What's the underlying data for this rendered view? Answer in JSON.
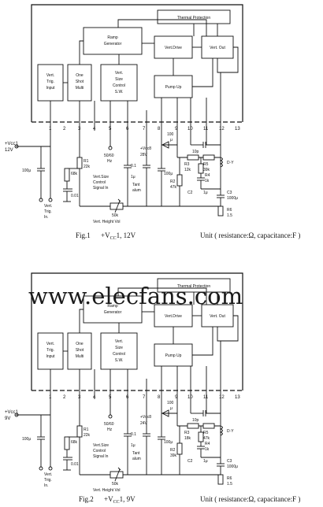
{
  "blocks": {
    "thermal": "Thermal Protection",
    "ramp": [
      "Ramp",
      "Generator"
    ],
    "vert_drive": "Vert.Drive",
    "vert_out": "Vert. Out",
    "pump_up": "Pump Up",
    "vert_trig_input": [
      "Vert.",
      "Trig.",
      "Input"
    ],
    "one_shot": [
      "One",
      "Shot",
      "Multi"
    ],
    "size_control": [
      "Vert.",
      "Size",
      "Control",
      "S.W."
    ]
  },
  "pins": [
    "1",
    "2",
    "3",
    "4",
    "5",
    "6",
    "7",
    "8",
    "9",
    "10",
    "11",
    "12",
    "13"
  ],
  "fig1": {
    "vcc": [
      "+Vcc1",
      "12V"
    ],
    "vcc8": [
      "+Vcc8",
      "28V"
    ],
    "caption_fig": "Fig.1",
    "caption_vcc": "+V",
    "caption_vcc_sub": "CC",
    "caption_vcc_val": "1, 12V",
    "unit": "Unit ( resistance:Ω, capacitance:F )",
    "r3": [
      "R3",
      "12k"
    ],
    "r5": [
      "R5",
      "39k"
    ],
    "r2": [
      "R2",
      "47k"
    ]
  },
  "fig2": {
    "vcc": [
      "+Vcc1",
      "9V"
    ],
    "vcc8": [
      "+Vcc8",
      "24V"
    ],
    "caption_fig": "Fig.2",
    "caption_vcc": "+V",
    "caption_vcc_sub": "CC",
    "caption_vcc_val": "1, 9V",
    "unit": "Unit ( resistance:Ω, capacitance:F )",
    "r3": [
      "R3",
      "18k"
    ],
    "r5": [
      "R5",
      "47k"
    ],
    "r2": [
      "R2",
      "39k"
    ]
  },
  "common": {
    "c100u": "100μ",
    "vert_trig_in": [
      "Vert.",
      "Trig.",
      "In."
    ],
    "r1": [
      "R1",
      "22k"
    ],
    "r68k": "68k",
    "c001": "0.01",
    "hz": [
      "50/60",
      "Hz"
    ],
    "size_signal": [
      "Vert.Size",
      "Control",
      "Signal In"
    ],
    "c01": "0.1",
    "c1u": "1μ",
    "tant": [
      "Tant",
      "alum"
    ],
    "c100": "100",
    "cmu": "μ",
    "c10p": "10p",
    "r4": [
      "R4",
      "1k"
    ],
    "c2": [
      "C2",
      "1μ"
    ],
    "c3": [
      "C3",
      "1000μ"
    ],
    "r6": [
      "R6",
      "1.5"
    ],
    "dy": "D·Y",
    "height_vol": [
      "50k",
      "Vert. Height Vol"
    ]
  },
  "watermark": "www.elecfans.com"
}
